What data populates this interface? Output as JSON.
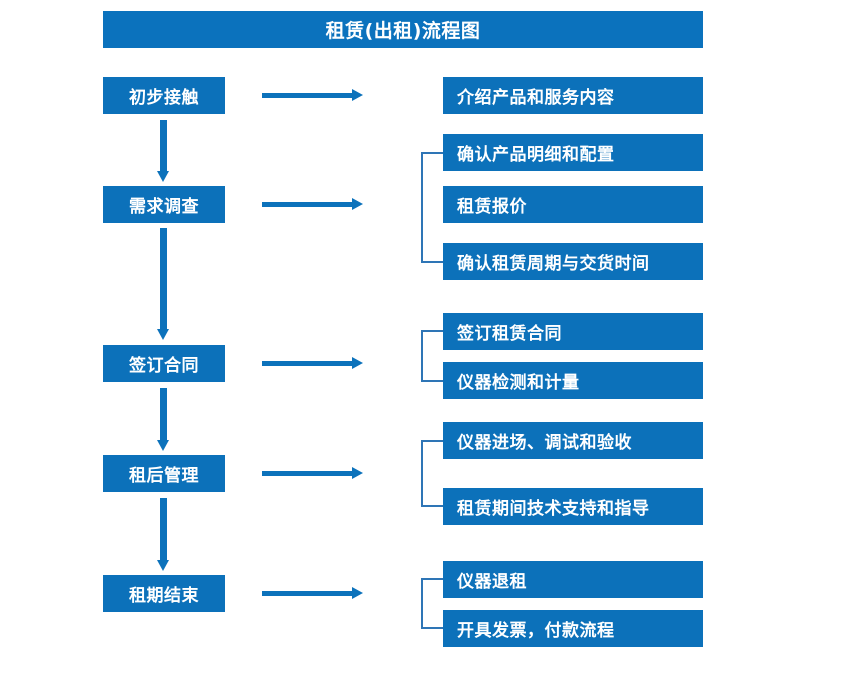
{
  "diagram": {
    "title": "租赁(出租)流程图",
    "colors": {
      "title_bar": "#0b72bd",
      "node_fill": "#0c71ba",
      "node_text": "#ffffff",
      "arrow": "#0c72bb",
      "bracket": "#2e75b6",
      "background": "#ffffff"
    },
    "stages": [
      {
        "label": "初步接触"
      },
      {
        "label": "需求调查"
      },
      {
        "label": "签订合同"
      },
      {
        "label": "租后管理"
      },
      {
        "label": "租期结束"
      }
    ],
    "groups": [
      {
        "tasks": [
          {
            "label": "介绍产品和服务内容"
          }
        ]
      },
      {
        "tasks": [
          {
            "label": "确认产品明细和配置"
          },
          {
            "label": "租赁报价"
          },
          {
            "label": "确认租赁周期与交货时间"
          }
        ]
      },
      {
        "tasks": [
          {
            "label": "签订租赁合同"
          },
          {
            "label": "仪器检测和计量"
          }
        ]
      },
      {
        "tasks": [
          {
            "label": "仪器进场、调试和验收"
          },
          {
            "label": "租赁期间技术支持和指导"
          }
        ]
      },
      {
        "tasks": [
          {
            "label": "仪器退租"
          },
          {
            "label": "开具发票，付款流程"
          }
        ]
      }
    ]
  }
}
